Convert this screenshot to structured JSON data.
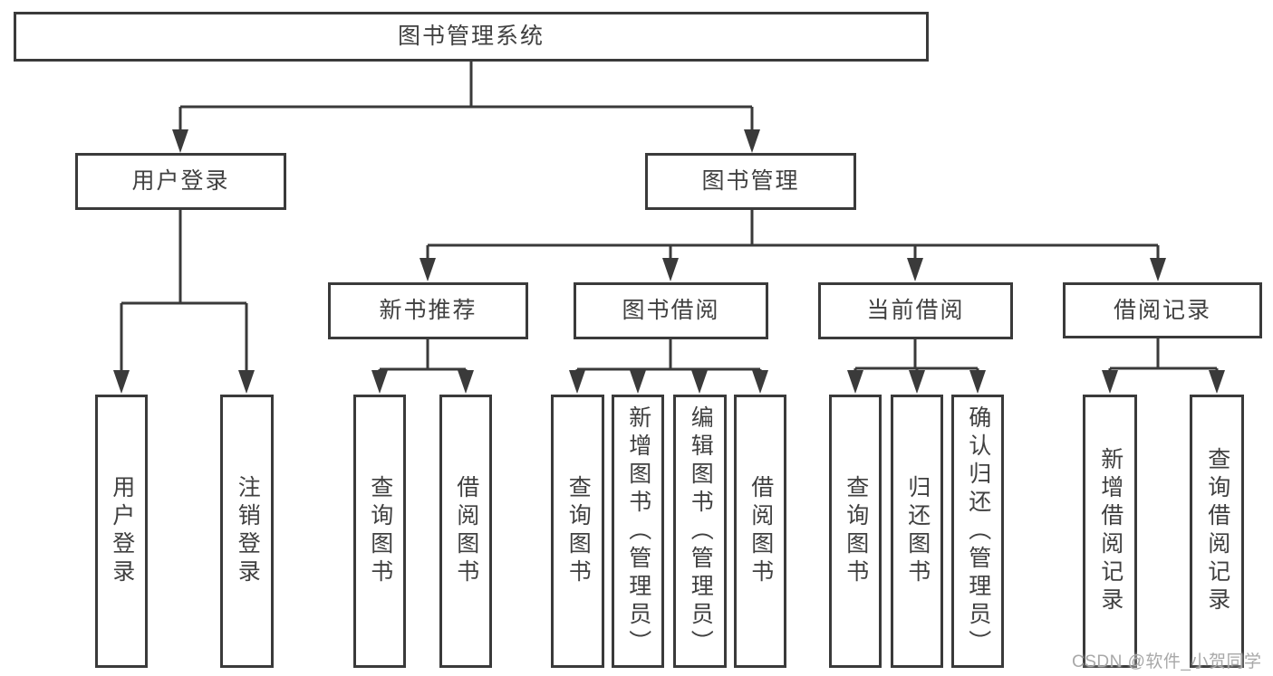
{
  "tree": {
    "label": "图书管理系统",
    "children": [
      {
        "label": "用户登录",
        "children": [
          {
            "label": "用户登录"
          },
          {
            "label": "注销登录"
          }
        ]
      },
      {
        "label": "图书管理",
        "children": [
          {
            "label": "新书推荐",
            "children": [
              {
                "label": "查询图书"
              },
              {
                "label": "借阅图书"
              }
            ]
          },
          {
            "label": "图书借阅",
            "children": [
              {
                "label": "查询图书"
              },
              {
                "label": "新增图书（管理员）"
              },
              {
                "label": "编辑图书（管理员）"
              },
              {
                "label": "借阅图书"
              }
            ]
          },
          {
            "label": "当前借阅",
            "children": [
              {
                "label": "查询图书"
              },
              {
                "label": "归还图书"
              },
              {
                "label": "确认归还（管理员）"
              }
            ]
          },
          {
            "label": "借阅记录",
            "children": [
              {
                "label": "新增借阅记录"
              },
              {
                "label": "查询借阅记录"
              }
            ]
          }
        ]
      }
    ]
  },
  "watermark": {
    "text": "CSDN @软件_小贺同学"
  },
  "colors": {
    "line": "#3a3a3a",
    "box_border": "#3a3a3a",
    "text": "#404040",
    "background": "#ffffff",
    "watermark": "#a8a8a8"
  }
}
